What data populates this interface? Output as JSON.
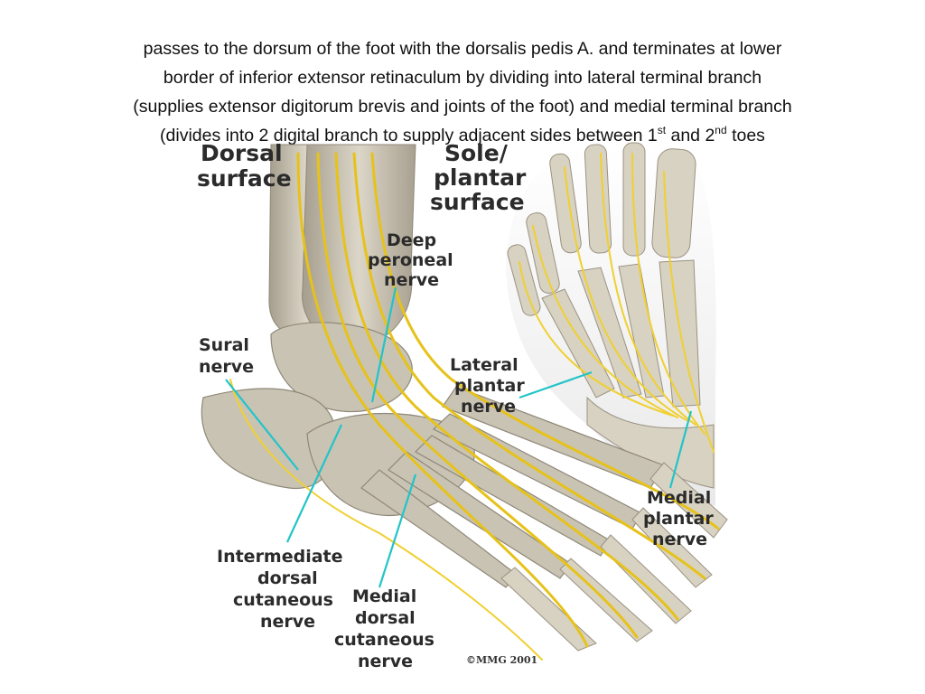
{
  "caption": {
    "line1": "passes to the dorsum of the foot with the dorsalis pedis A. and terminates at lower",
    "line2": "border of inferior extensor retinaculum by  dividing into lateral terminal branch",
    "line3": "(supplies extensor digitorum brevis and joints of the foot) and medial terminal branch",
    "line4_a": "(divides into 2 digital branch to supply adjacent sides between 1",
    "line4_sup1": "st",
    "line4_b": " and 2",
    "line4_sup2": "nd",
    "line4_c": " toes"
  },
  "labels": {
    "dorsal_1": "Dorsal",
    "dorsal_2": "surface",
    "sole_1": "Sole/",
    "sole_2": "plantar",
    "sole_3": "surface",
    "deep_1": "Deep",
    "deep_2": "peroneal",
    "deep_3": "nerve",
    "sural_1": "Sural",
    "sural_2": "nerve",
    "lateral_1": "Lateral",
    "lateral_2": "plantar",
    "lateral_3": "nerve",
    "medialp_1": "Medial",
    "medialp_2": "plantar",
    "medialp_3": "nerve",
    "inter_1": "Intermediate",
    "inter_2": "dorsal",
    "inter_3": "cutaneous",
    "inter_4": "nerve",
    "mdc_1": "Medial",
    "mdc_2": "dorsal",
    "mdc_3": "cutaneous",
    "mdc_4": "nerve",
    "copyright": "©MMG 2001"
  },
  "colors": {
    "nerve": "#e6c21a",
    "leader": "#22c4c8",
    "bone": "#c9c3b4"
  }
}
